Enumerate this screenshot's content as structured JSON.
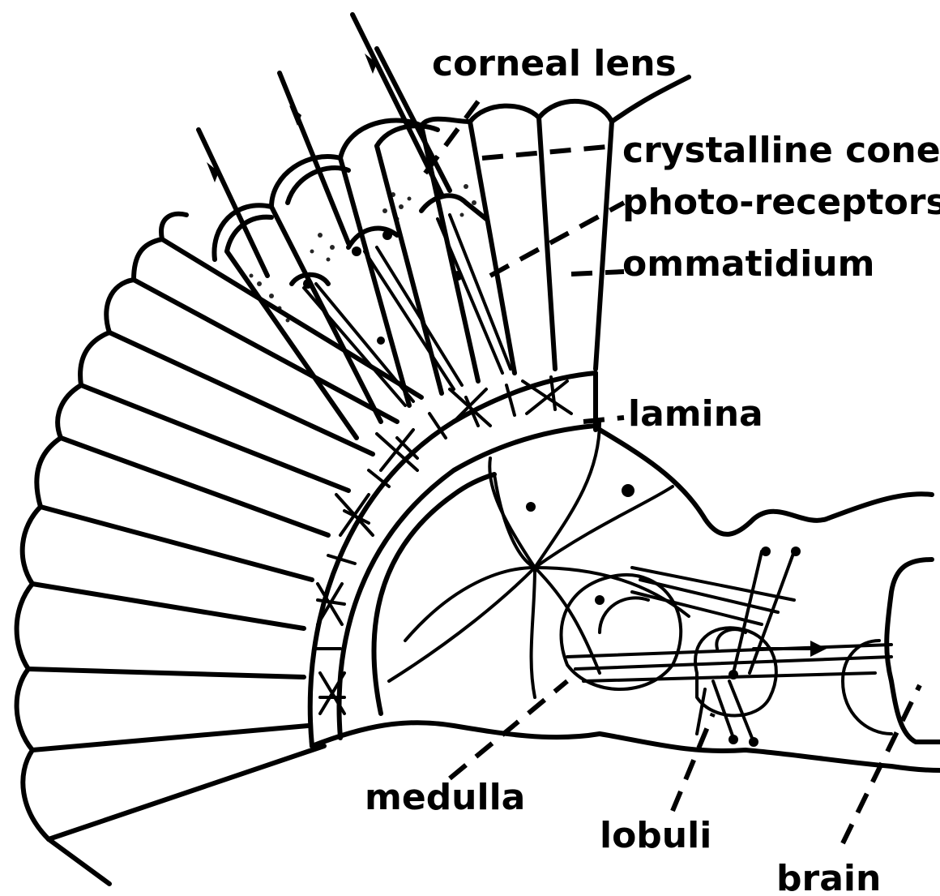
{
  "figure": {
    "labels": {
      "corneal_lens": "corneal lens",
      "crystalline_cone": "crystalline cone",
      "photo_receptors": "photo-receptors",
      "ommatidium": "ommatidium",
      "lamina": "lamina",
      "medulla": "medulla",
      "lobuli": "lobuli",
      "brain": "brain"
    }
  }
}
